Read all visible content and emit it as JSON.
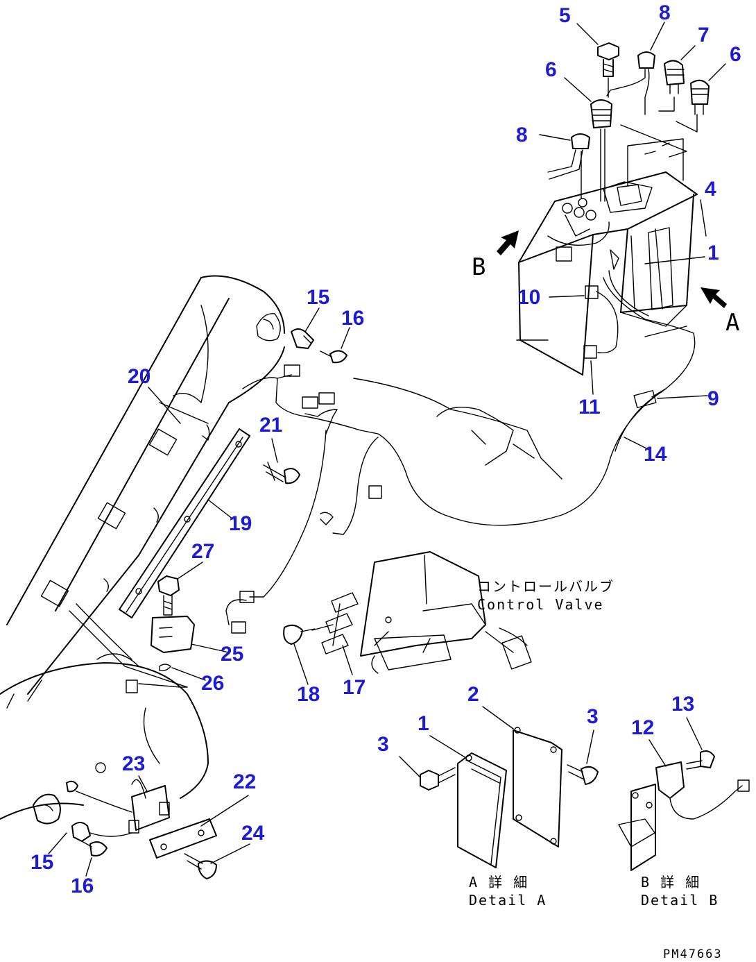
{
  "callouts": [
    {
      "id": "c5a",
      "text": "5"
    },
    {
      "id": "c8a",
      "text": "8"
    },
    {
      "id": "c7",
      "text": "7"
    },
    {
      "id": "c6a",
      "text": "6"
    },
    {
      "id": "c6b",
      "text": "6"
    },
    {
      "id": "c8b",
      "text": "8"
    },
    {
      "id": "c4",
      "text": "4"
    },
    {
      "id": "c1a",
      "text": "1"
    },
    {
      "id": "c10",
      "text": "10"
    },
    {
      "id": "c11",
      "text": "11"
    },
    {
      "id": "c9",
      "text": "9"
    },
    {
      "id": "c14",
      "text": "14"
    },
    {
      "id": "c15a",
      "text": "15"
    },
    {
      "id": "c16a",
      "text": "16"
    },
    {
      "id": "c20",
      "text": "20"
    },
    {
      "id": "c21",
      "text": "21"
    },
    {
      "id": "c19",
      "text": "19"
    },
    {
      "id": "c27",
      "text": "27"
    },
    {
      "id": "c25",
      "text": "25"
    },
    {
      "id": "c26",
      "text": "26"
    },
    {
      "id": "c18",
      "text": "18"
    },
    {
      "id": "c17",
      "text": "17"
    },
    {
      "id": "c2",
      "text": "2"
    },
    {
      "id": "c1b",
      "text": "1"
    },
    {
      "id": "c3a",
      "text": "3"
    },
    {
      "id": "c3b",
      "text": "3"
    },
    {
      "id": "c12",
      "text": "12"
    },
    {
      "id": "c13",
      "text": "13"
    },
    {
      "id": "c23",
      "text": "23"
    },
    {
      "id": "c22",
      "text": "22"
    },
    {
      "id": "c24",
      "text": "24"
    },
    {
      "id": "c15b",
      "text": "15"
    },
    {
      "id": "c16b",
      "text": "16"
    }
  ],
  "view_letters": {
    "b": "B",
    "a": "A"
  },
  "labels": {
    "control_valve_jp": "コントロールバルブ",
    "control_valve_en": "Control Valve",
    "detail_a_jp": "A 詳 細",
    "detail_a_en": "Detail A",
    "detail_b_jp": "B 詳 細",
    "detail_b_en": "Detail B",
    "drawing_code": "PM47663"
  },
  "colors": {
    "callout": "#1c1cd6",
    "line": "#000000"
  }
}
